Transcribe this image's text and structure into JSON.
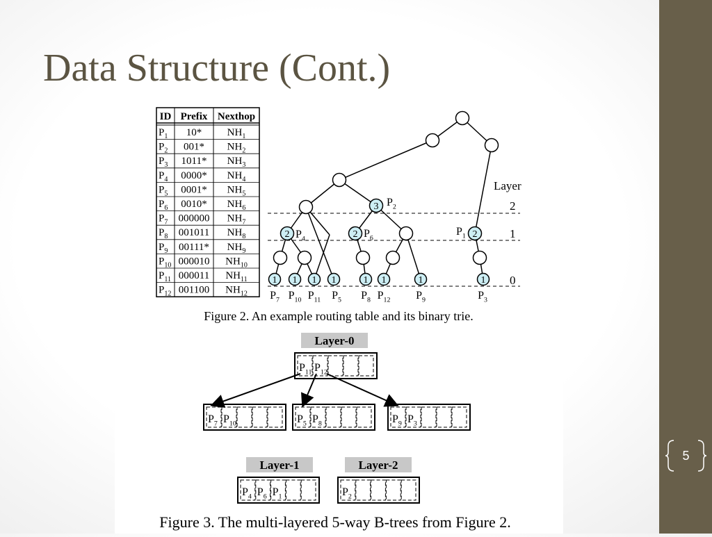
{
  "slide": {
    "title": "Data Structure (Cont.)",
    "page_number": "5"
  },
  "figure2": {
    "table": {
      "headers": [
        "ID",
        "Prefix",
        "Nexthop"
      ],
      "rows": [
        {
          "id": "P",
          "sub": "1",
          "prefix": "10*",
          "nh": "NH",
          "nhsub": "1"
        },
        {
          "id": "P",
          "sub": "2",
          "prefix": "001*",
          "nh": "NH",
          "nhsub": "2"
        },
        {
          "id": "P",
          "sub": "3",
          "prefix": "1011*",
          "nh": "NH",
          "nhsub": "3"
        },
        {
          "id": "P",
          "sub": "4",
          "prefix": "0000*",
          "nh": "NH",
          "nhsub": "4"
        },
        {
          "id": "P",
          "sub": "5",
          "prefix": "0001*",
          "nh": "NH",
          "nhsub": "5"
        },
        {
          "id": "P",
          "sub": "6",
          "prefix": "0010*",
          "nh": "NH",
          "nhsub": "6"
        },
        {
          "id": "P",
          "sub": "7",
          "prefix": "000000",
          "nh": "NH",
          "nhsub": "7"
        },
        {
          "id": "P",
          "sub": "8",
          "prefix": "001011",
          "nh": "NH",
          "nhsub": "8"
        },
        {
          "id": "P",
          "sub": "9",
          "prefix": "00111*",
          "nh": "NH",
          "nhsub": "9"
        },
        {
          "id": "P",
          "sub": "10",
          "prefix": "000010",
          "nh": "NH",
          "nhsub": "10"
        },
        {
          "id": "P",
          "sub": "11",
          "prefix": "000011",
          "nh": "NH",
          "nhsub": "11"
        },
        {
          "id": "P",
          "sub": "12",
          "prefix": "001100",
          "nh": "NH",
          "nhsub": "12"
        }
      ]
    },
    "trie": {
      "layer_title": "Layer",
      "layer_values": [
        "2",
        "1",
        "0"
      ],
      "node_numbers": {
        "p2": "3",
        "p4": "2",
        "p6": "2",
        "p1": "2",
        "leaf": "1"
      },
      "node_labels": {
        "p2": {
          "base": "P",
          "sub": "2"
        },
        "p4": {
          "base": "P",
          "sub": "4"
        },
        "p6": {
          "base": "P",
          "sub": "6"
        },
        "p1": {
          "base": "P",
          "sub": "1"
        }
      },
      "leaf_labels": [
        {
          "base": "P",
          "sub": "7"
        },
        {
          "base": "P",
          "sub": "10"
        },
        {
          "base": "P",
          "sub": "11"
        },
        {
          "base": "P",
          "sub": "5"
        },
        {
          "base": "P",
          "sub": "8"
        },
        {
          "base": "P",
          "sub": "12"
        },
        {
          "base": "P",
          "sub": "9"
        },
        {
          "base": "P",
          "sub": "3"
        }
      ]
    },
    "caption": "Figure 2. An example routing table and its binary trie.",
    "highlight_color": "#cdeef4"
  },
  "figure3": {
    "layer0": {
      "label": "Layer-0",
      "root_entries": [
        {
          "base": "P",
          "sub": "11"
        },
        {
          "base": "P",
          "sub": "12"
        }
      ],
      "children": [
        [
          {
            "base": "P",
            "sub": "7"
          },
          {
            "base": "P",
            "sub": "10"
          }
        ],
        [
          {
            "base": "P",
            "sub": "5"
          },
          {
            "base": "P",
            "sub": "8"
          }
        ],
        [
          {
            "base": "P",
            "sub": "9"
          },
          {
            "base": "P",
            "sub": "3"
          }
        ]
      ]
    },
    "layer1": {
      "label": "Layer-1",
      "entries": [
        {
          "base": "P",
          "sub": "4"
        },
        {
          "base": "P",
          "sub": "6"
        },
        {
          "base": "P",
          "sub": "1"
        }
      ]
    },
    "layer2": {
      "label": "Layer-2",
      "entries": [
        {
          "base": "P",
          "sub": "2"
        }
      ]
    },
    "caption": "Figure 3.  The multi-layered 5-way B-trees from Figure 2.",
    "label_bg": "#c8c8c8"
  }
}
